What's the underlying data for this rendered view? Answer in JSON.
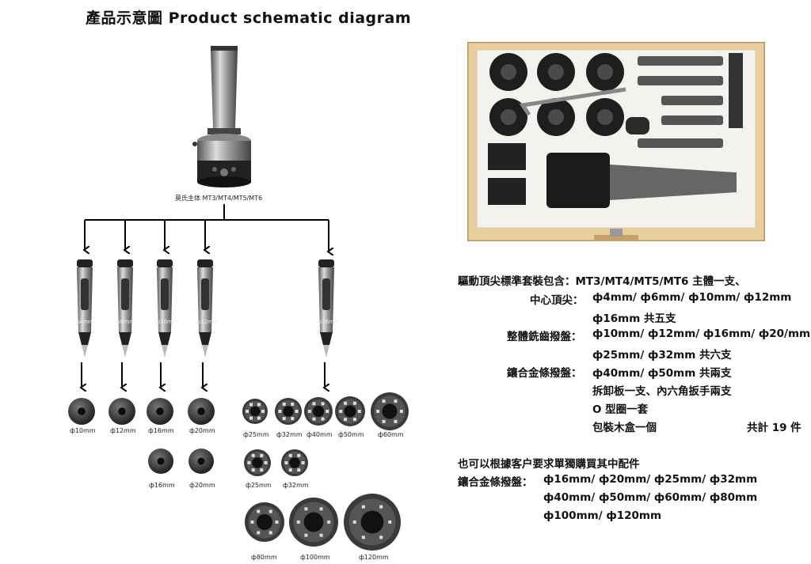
{
  "title": "產品示意圖  Product schematic diagram",
  "body_label": "莫氏主体 MT3/MT4/MT5/MT6",
  "centers": [
    "ф4mm",
    "ф6mm",
    "ф10mm",
    "ф12mm",
    "ф16mm"
  ],
  "plates_row1": [
    "ф10mm",
    "ф12mm",
    "ф16mm",
    "ф20mm"
  ],
  "plates_row2": [
    "ф16mm",
    "ф20mm"
  ],
  "carbide_row1": [
    "ф25mm",
    "ф32mm",
    "ф40mm",
    "ф50mm",
    "ф60mm"
  ],
  "carbide_row2": [
    "ф25mm",
    "ф32mm"
  ],
  "carbide_row3": [
    "ф80mm",
    "ф100mm",
    "ф120mm"
  ],
  "spec": {
    "l1": "驅動頂尖標準套裝包含：MT3/MT4/MT5/MT6 主體一支、",
    "l2a": "中心頂尖：",
    "l2b": "ф4mm/ ф6mm/ ф10mm/ ф12mm",
    "l3": "ф16mm 共五支",
    "l4a": "整體銑齒撥盤：",
    "l4b": "ф10mm/ ф12mm/ ф16mm/ ф20/mm",
    "l5": "ф25mm/ ф32mm 共六支",
    "l6a": "鑲合金條撥盤：",
    "l6b": "ф40mm/ ф50mm 共兩支",
    "l7": "拆卸板一支、內六角扳手兩支",
    "l8": "O 型圈一套",
    "l9": "包裝木盒一個",
    "l9b": "共計 19 件",
    "l10": "也可以根據客户要求單獨購買其中配件",
    "l11a": "鑲合金條撥盤：",
    "l11b": "ф16mm/ ф20mm/ ф25mm/ ф32mm",
    "l12": "ф40mm/ ф50mm/ ф60mm/ ф80mm",
    "l13": "ф100mm/ ф120mm"
  }
}
